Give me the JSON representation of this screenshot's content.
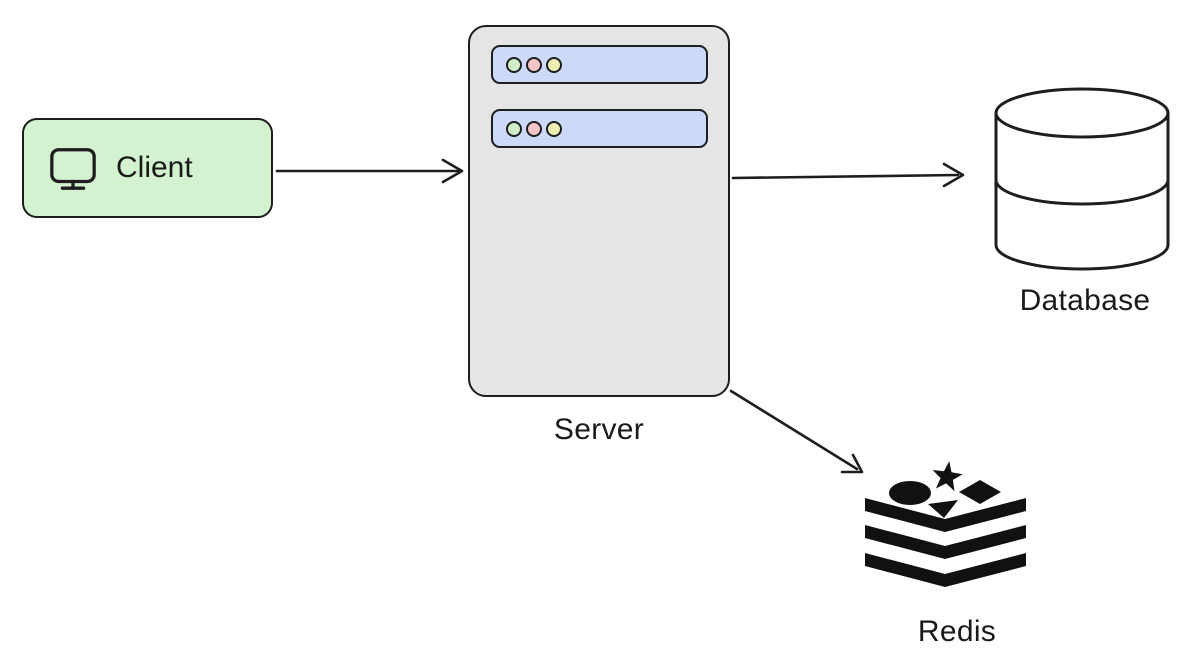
{
  "diagram": {
    "nodes": {
      "client": {
        "label": "Client",
        "icon": "monitor-icon",
        "fill": "#d3f2d0"
      },
      "server": {
        "label": "Server",
        "rack_slots": 2,
        "dots_per_slot": 3
      },
      "database": {
        "label": "Database",
        "icon": "database-cylinder-icon"
      },
      "redis": {
        "label": "Redis",
        "icon": "redis-logo-icon"
      }
    },
    "edges": [
      {
        "from": "client",
        "to": "server"
      },
      {
        "from": "server",
        "to": "database"
      },
      {
        "from": "server",
        "to": "redis"
      }
    ]
  },
  "colors": {
    "background": "#ffffff",
    "stroke": "#1e1e1e",
    "label_color": "#1a1a1a",
    "client_fill": "#d3f2d0",
    "server_fill": "#e5e5e5",
    "slot_fill": "#ccd9f8",
    "dot_green": "#cdeec6",
    "dot_red": "#f2c6c6",
    "dot_yellow": "#eef0b0",
    "redis_black": "#111111"
  }
}
